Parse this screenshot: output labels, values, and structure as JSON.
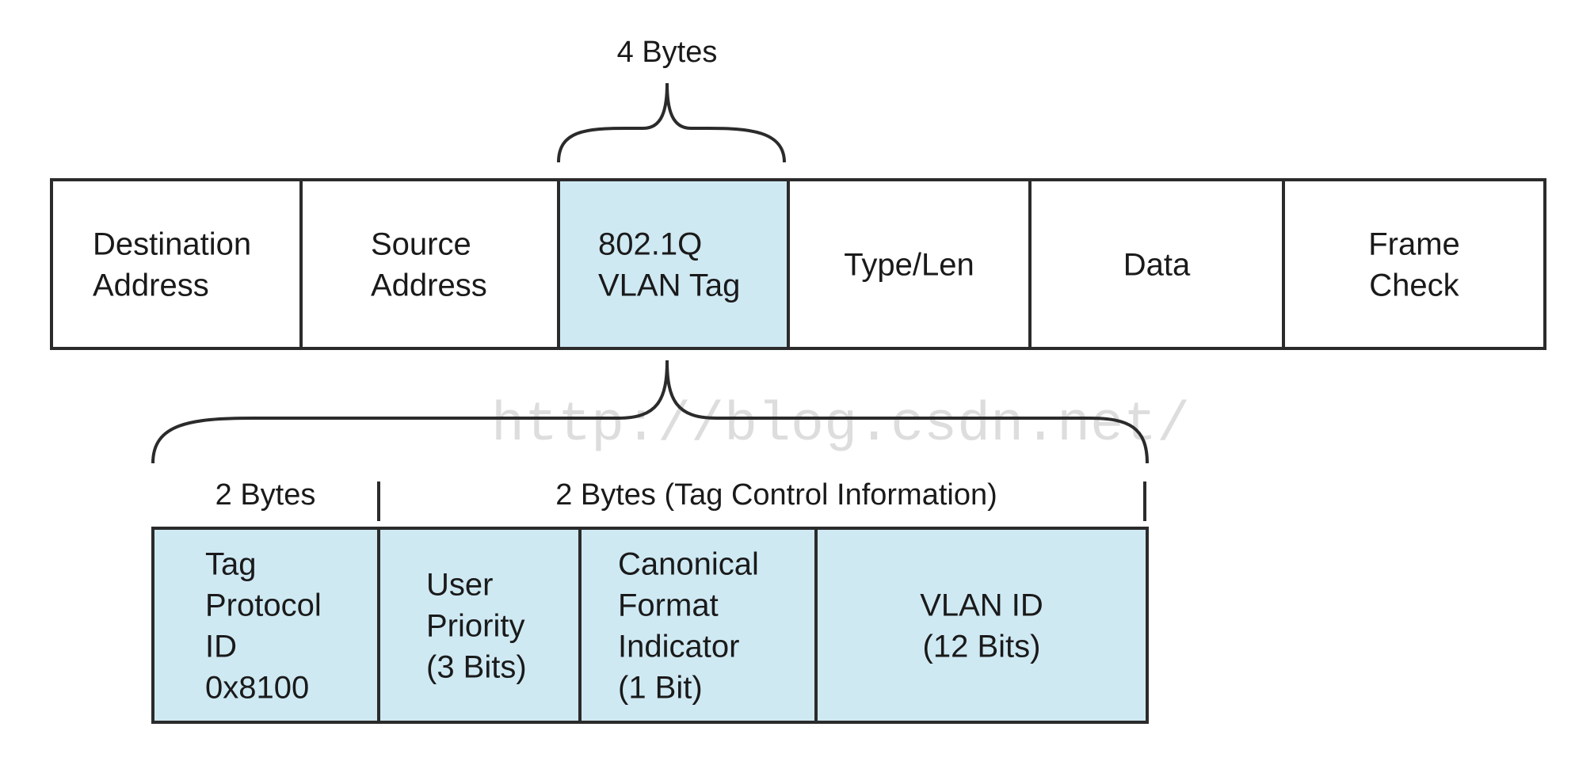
{
  "top_brace_label": "4 Bytes",
  "frame_fields": [
    {
      "lines": [
        "Destination",
        "Address"
      ],
      "highlight": false
    },
    {
      "lines": [
        "Source",
        "Address"
      ],
      "highlight": false
    },
    {
      "lines": [
        "802.1Q",
        "VLAN Tag"
      ],
      "highlight": true
    },
    {
      "lines": [
        "Type/Len"
      ],
      "highlight": false
    },
    {
      "lines": [
        "Data"
      ],
      "highlight": false
    },
    {
      "lines": [
        "Frame",
        "Check"
      ],
      "highlight": false
    }
  ],
  "watermark": "http://blog.csdn.net/",
  "tag_labels": {
    "tpid_bytes": "2 Bytes",
    "tci_bytes": "2 Bytes (Tag Control Information)"
  },
  "tag_fields": [
    {
      "lines": [
        "Tag",
        "Protocol",
        "ID",
        "0x8100"
      ]
    },
    {
      "lines": [
        "User",
        "Priority",
        "(3 Bits)"
      ]
    },
    {
      "lines": [
        "Canonical",
        "Format",
        "Indicator",
        "(1 Bit)"
      ]
    },
    {
      "lines": [
        "VLAN ID",
        "(12 Bits)"
      ]
    }
  ],
  "colors": {
    "highlight_fill": "#cfe9f3",
    "stroke": "#2b2b2b"
  }
}
